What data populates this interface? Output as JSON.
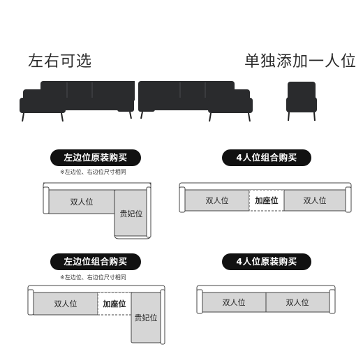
{
  "top": {
    "left_caption": "左右可选",
    "right_caption": "单独添加一人位"
  },
  "products": [
    {
      "name": "sofa-left-chaise",
      "color": "#2a2b2d"
    },
    {
      "name": "sofa-right-chaise",
      "color": "#2a2b2d"
    },
    {
      "name": "single-seat",
      "color": "#2a2b2d"
    }
  ],
  "sections": {
    "s1": {
      "title": "左边位原装购买",
      "note": "※左边位、右边位尺寸相同",
      "labels": [
        "双人位",
        "贵妃位"
      ]
    },
    "s2": {
      "title": "4人位组合购买",
      "labels": [
        "双人位",
        "加座位",
        "双人位"
      ]
    },
    "s3": {
      "title": "左边位组合购买",
      "note": "※左边位、右边位尺寸相同",
      "labels": [
        "双人位",
        "加座位",
        "贵妃位"
      ]
    },
    "s4": {
      "title": "4人位原装购买",
      "labels": [
        "双人位",
        "双人位"
      ]
    }
  },
  "colors": {
    "seat_fill": "#d6d6d6",
    "outline": "#444444",
    "pill_bg": "#111111",
    "pill_text": "#ffffff"
  }
}
